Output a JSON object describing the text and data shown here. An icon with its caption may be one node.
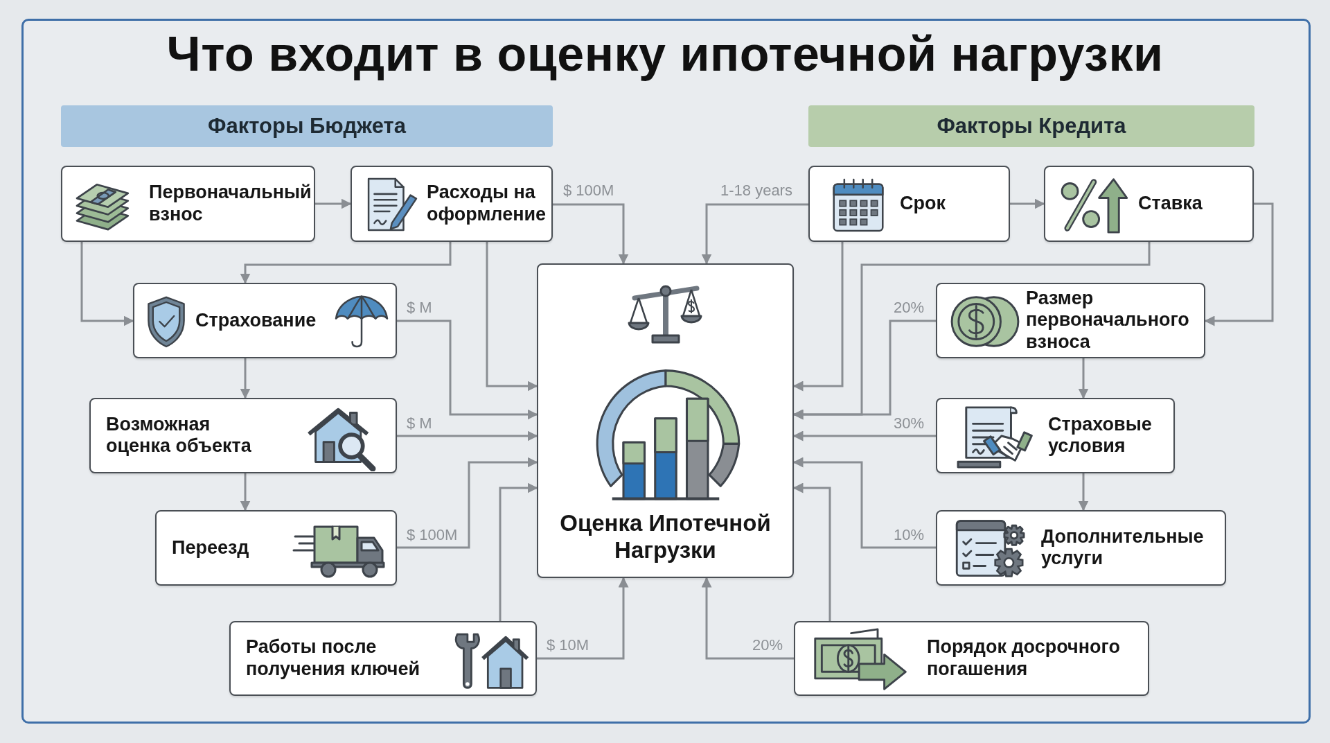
{
  "diagram": {
    "title": "Что входит в оценку ипотечной нагрузки",
    "nodes": [
      {
        "text": [
          "Факторы Бюджета"
        ]
      },
      {
        "text": [
          "Факторы Кредита"
        ]
      },
      {
        "text": [
          "Первоначальный взнос"
        ]
      },
      {
        "text": [
          "Расходы на оформление"
        ]
      },
      {
        "text": [
          "Страхование"
        ]
      },
      {
        "text": [
          "Возможная оценка объекта"
        ]
      },
      {
        "text": [
          "Переезд"
        ]
      },
      {
        "text": [
          "Работы после получения ключей"
        ]
      },
      {
        "text": [
          "Оценка Ипотечной Нагрузки"
        ]
      },
      {
        "text": [
          "Срок"
        ]
      },
      {
        "text": [
          "Ставка"
        ]
      },
      {
        "text": [
          "Размер первоначального взноса"
        ]
      },
      {
        "text": [
          "Страховые условия"
        ]
      },
      {
        "text": [
          "Дополнительные услуги"
        ]
      },
      {
        "text": [
          "Порядок досрочного погашения"
        ]
      }
    ],
    "edges": [
      {
        "from": 2,
        "to": 3,
        "arrow": "to"
      },
      {
        "from": 2,
        "to": 4,
        "arrow": "to"
      },
      {
        "from": 3,
        "to": 4,
        "arrow": "to"
      },
      {
        "from": 3,
        "to": 8,
        "arrow": "to",
        "label": "$ 100M"
      },
      {
        "from": 3,
        "to": 8,
        "arrow": "to"
      },
      {
        "from": 4,
        "to": 8,
        "arrow": "to",
        "label": "$ M"
      },
      {
        "from": 4,
        "to": 5,
        "arrow": "to"
      },
      {
        "from": 5,
        "to": 8,
        "arrow": "to",
        "label": "$ M"
      },
      {
        "from": 5,
        "to": 6,
        "arrow": "to"
      },
      {
        "from": 6,
        "to": 8,
        "arrow": "to",
        "label": "$ 100M"
      },
      {
        "from": 7,
        "to": 8,
        "arrow": "to"
      },
      {
        "from": 7,
        "to": 8,
        "arrow": "to",
        "label": "$ 10M"
      },
      {
        "from": 9,
        "to": 8,
        "arrow": "to",
        "label": "1-18 years"
      },
      {
        "from": 9,
        "to": 10,
        "arrow": "to"
      },
      {
        "from": 9,
        "to": 8,
        "arrow": "to"
      },
      {
        "from": 10,
        "to": 11,
        "arrow": "to"
      },
      {
        "from": 10,
        "to": 8,
        "arrow": "to"
      },
      {
        "from": 11,
        "to": 8,
        "arrow": "to",
        "label": "20%"
      },
      {
        "from": 11,
        "to": 12,
        "arrow": "to"
      },
      {
        "from": 12,
        "to": 8,
        "arrow": "to",
        "label": "30%"
      },
      {
        "from": 12,
        "to": 13,
        "arrow": "to"
      },
      {
        "from": 13,
        "to": 8,
        "arrow": "to",
        "label": "10%"
      },
      {
        "from": 14,
        "to": 8,
        "arrow": "to"
      },
      {
        "from": 14,
        "to": 8,
        "arrow": "to",
        "label": "20%"
      }
    ]
  }
}
